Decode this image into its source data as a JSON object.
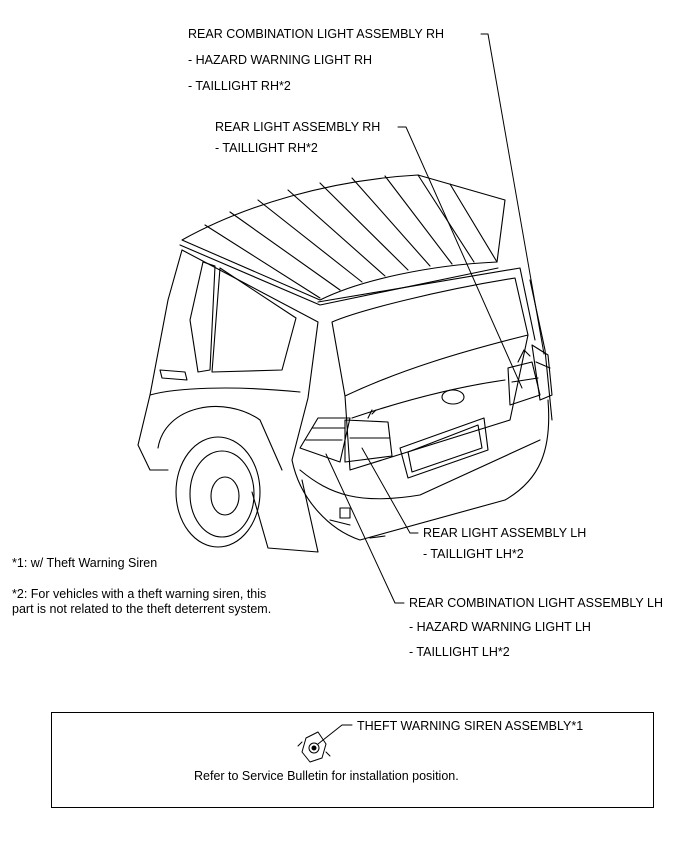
{
  "callouts": {
    "rear_combination_rh": {
      "title": "REAR COMBINATION LIGHT ASSEMBLY RH",
      "items": [
        "- HAZARD WARNING LIGHT RH",
        "- TAILLIGHT RH*2"
      ]
    },
    "rear_light_rh": {
      "title": "REAR LIGHT ASSEMBLY RH",
      "items": [
        "- TAILLIGHT RH*2"
      ]
    },
    "rear_light_lh": {
      "title": "REAR LIGHT ASSEMBLY LH",
      "items": [
        "- TAILLIGHT LH*2"
      ]
    },
    "rear_combination_lh": {
      "title": "REAR COMBINATION LIGHT ASSEMBLY LH",
      "items": [
        "- HAZARD WARNING LIGHT LH",
        "- TAILLIGHT LH*2"
      ]
    }
  },
  "notes": {
    "note1": "*1: w/ Theft Warning Siren",
    "note2": "*2: For vehicles with a theft warning siren, this part is not related to the theft deterrent system."
  },
  "siren_box": {
    "label": "THEFT WARNING SIREN ASSEMBLY*1",
    "instruction": "Refer to Service Bulletin for installation position."
  }
}
